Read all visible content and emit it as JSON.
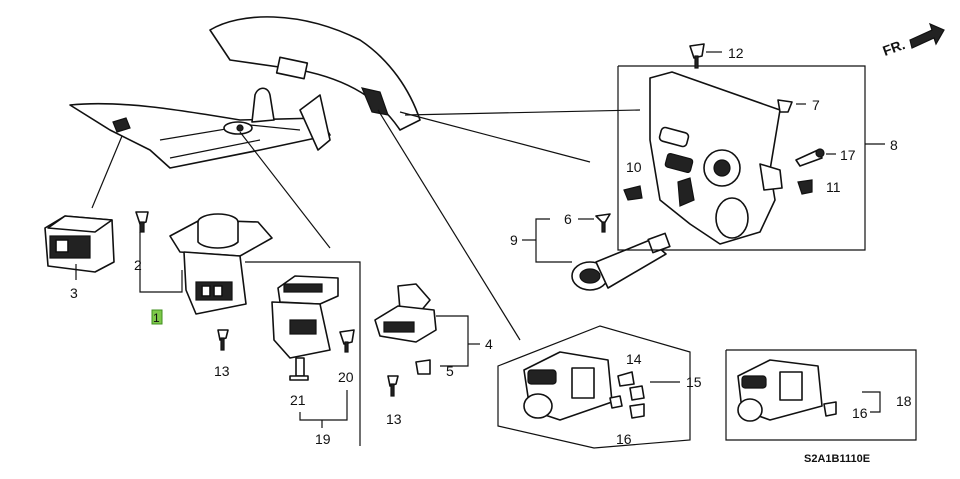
{
  "callouts": {
    "c1": "1",
    "c2": "2",
    "c3": "3",
    "c4": "4",
    "c5": "5",
    "c6": "6",
    "c7": "7",
    "c8": "8",
    "c9": "9",
    "c10": "10",
    "c11": "11",
    "c12": "12",
    "c13a": "13",
    "c13b": "13",
    "c14": "14",
    "c15": "15",
    "c16a": "16",
    "c16b": "16",
    "c17": "17",
    "c18": "18",
    "c19": "19",
    "c20": "20",
    "c21": "21"
  },
  "highlight_color": "#7ec84a",
  "direction_label": "FR.",
  "diagram_code": "S2A1B1110E"
}
